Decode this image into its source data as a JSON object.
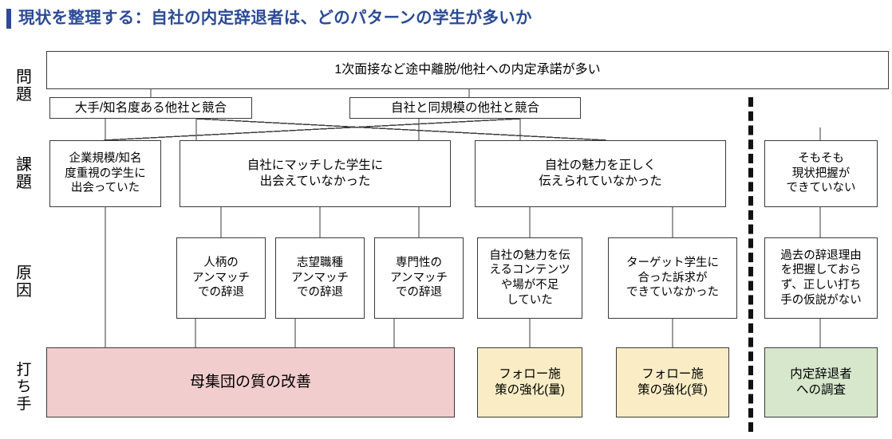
{
  "title": "現状を整理する：自社の内定辞退者は、どのパターンの学生が多いか",
  "accent_color": "#2b4b96",
  "row_labels": {
    "problem": "問\n題",
    "issue": "課\n題",
    "cause": "原\n因",
    "action": "打\nち\n手"
  },
  "problem_row": {
    "banner": "1次面接など途中離脱/他社への内定承諾が多い",
    "boxes": [
      "大手/知名度ある他社と競合",
      "自社と同規模の他社と競合"
    ]
  },
  "issue_row": {
    "boxes": [
      "企業規模/知名\n度重視の学生に\n出会っていた",
      "自社にマッチした学生に\n出会えていなかった",
      "自社の魅力を正しく\n伝えられていなかった",
      "そもそも\n現状把握が\nできていない"
    ]
  },
  "cause_row": {
    "boxes": [
      "人柄の\nアンマッチ\nでの辞退",
      "志望職種\nアンマッチ\nでの辞退",
      "専門性の\nアンマッチ\nでの辞退",
      "自社の魅力を伝\nえるコンテンツ\nや場が不足\nしていた",
      "ターゲット学生に\n合った訴求が\nできていなかった",
      "過去の辞退理由\nを把握しておら\nず、正しい打ち\n手の仮説がない"
    ]
  },
  "action_row": {
    "boxes": [
      {
        "label": "母集団の質の改善",
        "color": "#f2cdcd"
      },
      {
        "label": "フォロー施\n策の強化(量)",
        "color": "#faedc6"
      },
      {
        "label": "フォロー施\n策の強化(質)",
        "color": "#faedc6"
      },
      {
        "label": "内定辞退者\nへの調査",
        "color": "#d6e7cc"
      }
    ]
  }
}
